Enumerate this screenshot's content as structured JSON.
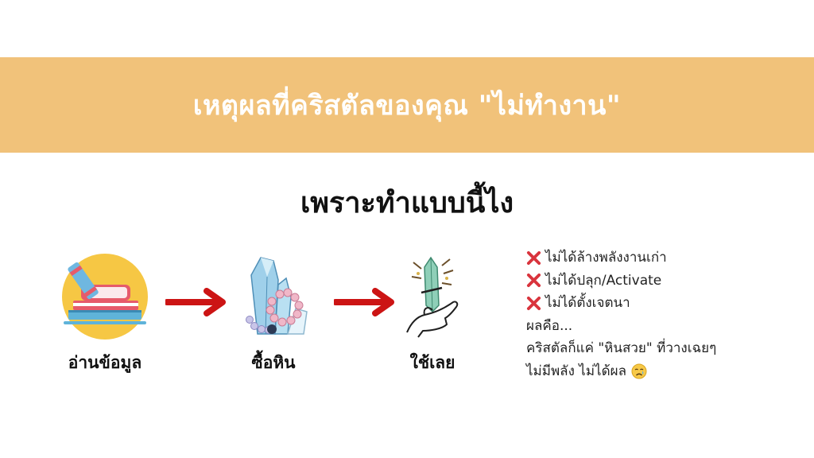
{
  "banner": {
    "title": "เหตุผลที่คริสตัลของคุณ \"ไม่ทำงาน\""
  },
  "subtitle": "เพราะทำแบบนี้ไง",
  "colors": {
    "banner": "#f1c27a",
    "arrow": "#cc1414",
    "cross": "#d9343d"
  },
  "steps": [
    {
      "label": "อ่านข้อมูล",
      "icon": "books-icon"
    },
    {
      "label": "ซื้อหิน",
      "icon": "crystal-bracelet-icon"
    },
    {
      "label": "ใช้เลย",
      "icon": "hand-holding-crystal-icon"
    }
  ],
  "notes": {
    "items": [
      {
        "text": "ไม่ได้ล้างพลังงานเก่า",
        "icon": "cross-mark-icon"
      },
      {
        "text": "ไม่ได้ปลุก/Activate",
        "icon": "cross-mark-icon"
      },
      {
        "text": "ไม่ได้ตั้งเจตนา",
        "icon": "cross-mark-icon"
      }
    ],
    "result_label": "ผลคือ...",
    "result_line1": "คริสตัลก็แค่ \"หินสวย\" ที่วางเฉยๆ",
    "result_line2": "ไม่มีพลัง ไม่ได้ผล",
    "result_emoji": "crying-face-icon"
  }
}
